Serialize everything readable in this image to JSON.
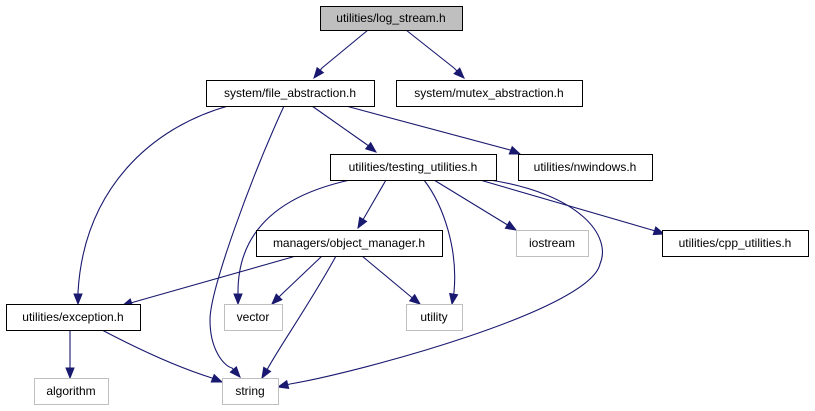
{
  "nodes": [
    {
      "id": "log_stream",
      "label": "utilities/log_stream.h",
      "kind": "root"
    },
    {
      "id": "file_abstraction",
      "label": "system/file_abstraction.h",
      "kind": "normal"
    },
    {
      "id": "mutex_abstraction",
      "label": "system/mutex_abstraction.h",
      "kind": "normal"
    },
    {
      "id": "testing_utilities",
      "label": "utilities/testing_utilities.h",
      "kind": "normal"
    },
    {
      "id": "nwindows",
      "label": "utilities/nwindows.h",
      "kind": "normal"
    },
    {
      "id": "object_manager",
      "label": "managers/object_manager.h",
      "kind": "normal"
    },
    {
      "id": "iostream",
      "label": "iostream",
      "kind": "external"
    },
    {
      "id": "cpp_utilities",
      "label": "utilities/cpp_utilities.h",
      "kind": "normal"
    },
    {
      "id": "exception",
      "label": "utilities/exception.h",
      "kind": "normal"
    },
    {
      "id": "vector",
      "label": "vector",
      "kind": "external"
    },
    {
      "id": "utility",
      "label": "utility",
      "kind": "external"
    },
    {
      "id": "algorithm",
      "label": "algorithm",
      "kind": "external"
    },
    {
      "id": "string",
      "label": "string",
      "kind": "external"
    }
  ],
  "edges": [
    {
      "from": "log_stream",
      "to": "file_abstraction"
    },
    {
      "from": "log_stream",
      "to": "mutex_abstraction"
    },
    {
      "from": "file_abstraction",
      "to": "testing_utilities"
    },
    {
      "from": "file_abstraction",
      "to": "nwindows"
    },
    {
      "from": "file_abstraction",
      "to": "exception"
    },
    {
      "from": "file_abstraction",
      "to": "string"
    },
    {
      "from": "testing_utilities",
      "to": "object_manager"
    },
    {
      "from": "testing_utilities",
      "to": "iostream"
    },
    {
      "from": "testing_utilities",
      "to": "cpp_utilities"
    },
    {
      "from": "testing_utilities",
      "to": "vector"
    },
    {
      "from": "testing_utilities",
      "to": "utility"
    },
    {
      "from": "testing_utilities",
      "to": "string"
    },
    {
      "from": "object_manager",
      "to": "exception"
    },
    {
      "from": "object_manager",
      "to": "vector"
    },
    {
      "from": "object_manager",
      "to": "utility"
    },
    {
      "from": "object_manager",
      "to": "string"
    },
    {
      "from": "exception",
      "to": "algorithm"
    },
    {
      "from": "exception",
      "to": "string"
    }
  ],
  "colors": {
    "edge": "#191970",
    "root_fill": "#bfbfbf",
    "node_border": "#000000",
    "external_border": "#bfbfbf"
  }
}
